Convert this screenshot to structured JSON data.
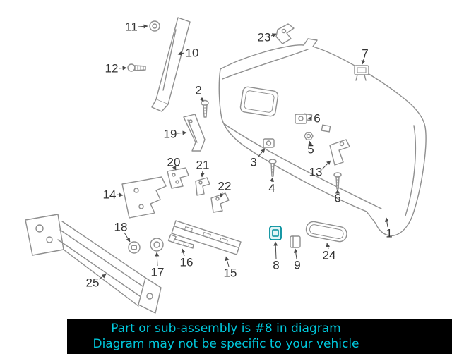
{
  "diagram": {
    "callouts": [
      {
        "label": "1"
      },
      {
        "label": "2"
      },
      {
        "label": "3"
      },
      {
        "label": "4"
      },
      {
        "label": "5"
      },
      {
        "label": "6"
      },
      {
        "label": "7"
      },
      {
        "label": "8",
        "highlighted": true
      },
      {
        "label": "9"
      },
      {
        "label": "10"
      },
      {
        "label": "11"
      },
      {
        "label": "12"
      },
      {
        "label": "13"
      },
      {
        "label": "14"
      },
      {
        "label": "15"
      },
      {
        "label": "16"
      },
      {
        "label": "17"
      },
      {
        "label": "18"
      },
      {
        "label": "19"
      },
      {
        "label": "20"
      },
      {
        "label": "21"
      },
      {
        "label": "22"
      },
      {
        "label": "23"
      },
      {
        "label": "24"
      },
      {
        "label": "25"
      },
      {
        "label": "6"
      }
    ],
    "highlighted_callout": "8"
  },
  "banner": {
    "line1": "Part or sub-assembly is #8 in diagram",
    "line2": "Diagram may not be specific to your vehicle"
  },
  "colors": {
    "banner_bg": "#000000",
    "banner_text": "#00c8dc",
    "highlight": "#008e9c",
    "line_art": "#8f8f8f"
  }
}
